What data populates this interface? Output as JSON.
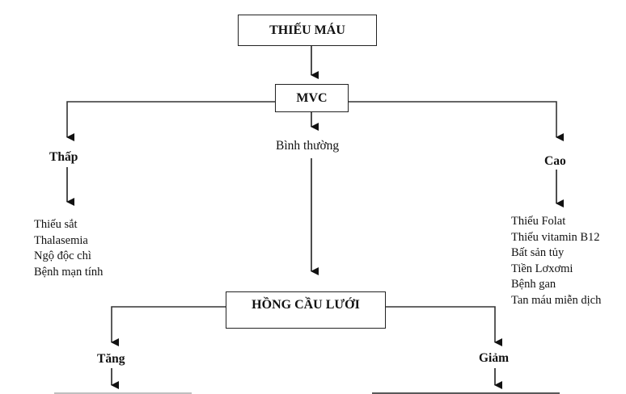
{
  "diagram": {
    "root": "THIẾU MÁU",
    "level1": "MVC",
    "mvc_branches": {
      "low": {
        "label": "Thấp",
        "causes": [
          "Thiếu sắt",
          "Thalasemia",
          "Ngộ độc chì",
          "Bệnh mạn tính"
        ]
      },
      "normal": {
        "label": "Bình thường"
      },
      "high": {
        "label": "Cao",
        "causes": [
          "Thiếu Folat",
          "Thiếu vitamin B12",
          "Bất sản tủy",
          "Tiền Lơxơmi",
          "Bệnh gan",
          "Tan máu miễn dịch"
        ]
      }
    },
    "level2": "HỒNG CẦU LƯỚI",
    "reticulocyte_branches": {
      "increase": {
        "label": "Tăng"
      },
      "decrease": {
        "label": "Giảm"
      }
    }
  }
}
